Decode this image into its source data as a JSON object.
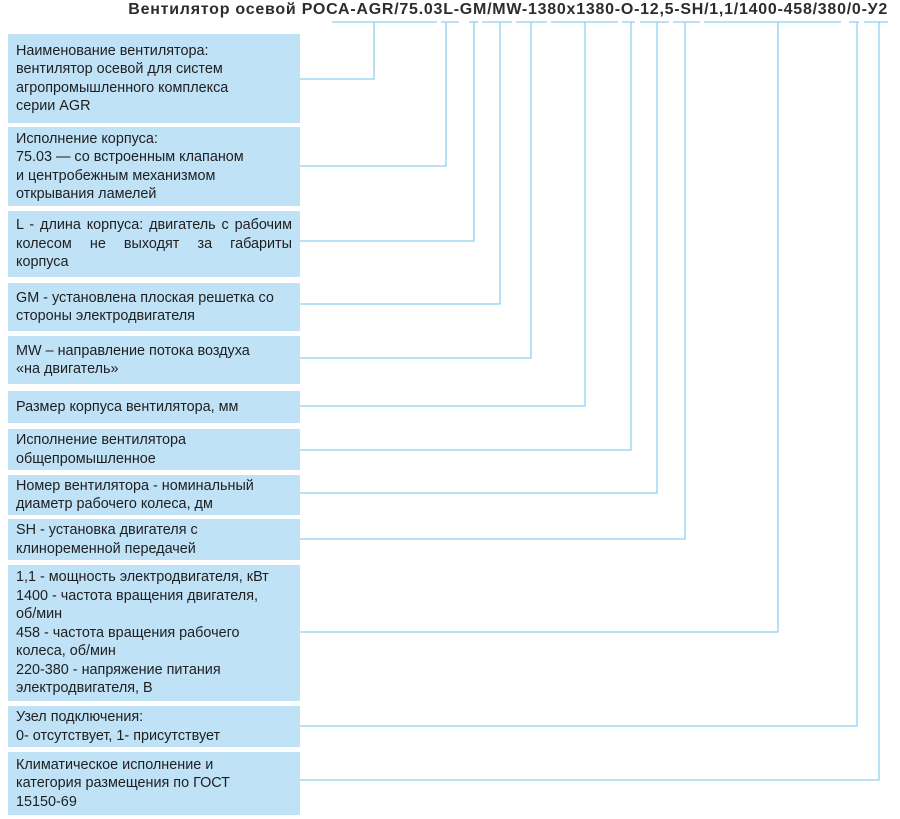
{
  "title": "Вентилятор осевой РОСА-AGR/75.03L-GM/MW-1380х1380-О-12,5-SH/1,1/1400-458/380/0-У2",
  "colors": {
    "box_fill": "#bfe2f7",
    "line": "#8fd0f2",
    "text": "#1f1f1f"
  },
  "items": [
    {
      "text": "Наименование вентилятора:\nвентилятор осевой для систем\nагропромышленного комплекса\nсерии AGR"
    },
    {
      "text": "Исполнение корпуса:\n75.03 —  со встроенным клапаном\nи центробежным механизмом\nоткрывания ламелей"
    },
    {
      "text": "L - длина корпуса: двигатель с рабочим колесом не выходят за габариты корпуса"
    },
    {
      "text": "GM - установлена плоская решетка со стороны электродвигателя"
    },
    {
      "text": "MW – направление потока воздуха\n«на двигатель»"
    },
    {
      "text": "Размер корпуса вентилятора, мм"
    },
    {
      "text": "Исполнение вентилятора\nобщепромышленное"
    },
    {
      "text": "Номер вентилятора - номинальный\nдиаметр рабочего колеса, дм"
    },
    {
      "text": "SH - установка двигателя с\nклиноременной передачей"
    },
    {
      "text": "1,1 - мощность электродвигателя, кВт\n1400 - частота вращения двигателя,\nоб/мин\n458 - частота вращения рабочего\nколеса, об/мин\n220-380 - напряжение питания\nэлектродвигателя, В"
    },
    {
      "text": "Узел подключения:\n0- отсутствует, 1- присутствует"
    },
    {
      "text": "Климатическое исполнение и\nкатегория размещения по ГОСТ\n15150-69"
    }
  ]
}
